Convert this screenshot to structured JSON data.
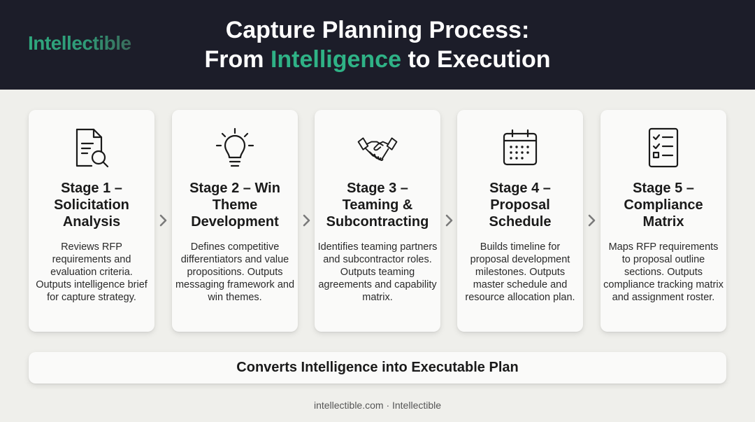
{
  "header": {
    "logo": "Intellectible",
    "title_line1": "Capture Planning Process:",
    "title_line2_prefix": "From ",
    "title_line2_accent": "Intelligence",
    "title_line2_suffix": " to Execution"
  },
  "stages": [
    {
      "icon": "document-search-icon",
      "title": "Stage 1 – Solicitation Analysis",
      "description": "Reviews RFP requirements and evaluation criteria. Outputs intelligence brief for capture strategy."
    },
    {
      "icon": "lightbulb-icon",
      "title": "Stage 2 – Win Theme Development",
      "description": "Defines competitive differentiators and value propositions. Outputs messaging framework and win themes."
    },
    {
      "icon": "handshake-icon",
      "title": "Stage 3 – Teaming & Subcontracting",
      "description": "Identifies teaming partners and subcontractor roles. Outputs teaming agreements and capability matrix."
    },
    {
      "icon": "calendar-icon",
      "title": "Stage 4 – Proposal Schedule",
      "description": "Builds timeline for proposal development milestones. Outputs master schedule and resource allocation plan."
    },
    {
      "icon": "checklist-icon",
      "title": "Stage 5 – Compliance Matrix",
      "description": "Maps RFP requirements to proposal outline sections. Outputs compliance tracking matrix and assignment roster."
    }
  ],
  "banner": "Converts Intelligence into Executable Plan",
  "footer": "intellectible.com · Intellectible",
  "colors": {
    "header_bg": "#1c1d29",
    "accent": "#2fb286",
    "page_bg": "#efefeb",
    "card_bg": "#fafaf9"
  }
}
